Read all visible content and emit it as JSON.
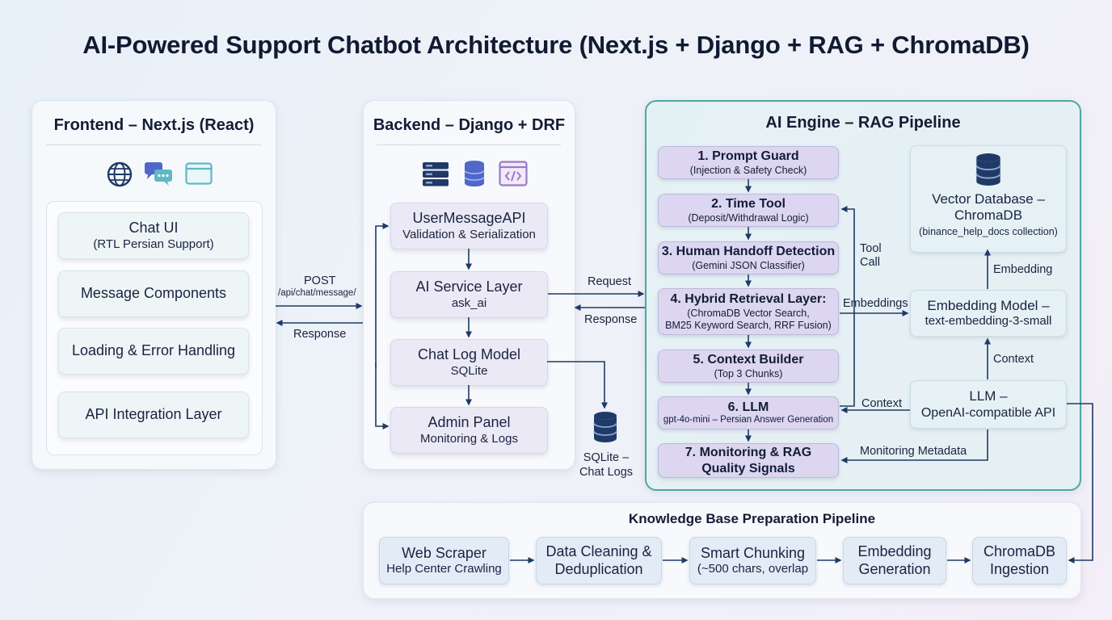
{
  "title": "AI-Powered Support Chatbot Architecture (Next.js + Django + RAG + ChromaDB)",
  "frontend": {
    "title": "Frontend – Next.js (React)",
    "icons": [
      "globe-icon",
      "chat-bubbles-icon",
      "browser-window-icon"
    ],
    "items": [
      {
        "label": "Chat UI",
        "sub": "(RTL Persian Support)"
      },
      {
        "label": "Message Components",
        "sub": ""
      },
      {
        "label": "Loading & Error Handling",
        "sub": ""
      },
      {
        "label": "API Integration Layer",
        "sub": ""
      }
    ]
  },
  "backend": {
    "title": "Backend – Django + DRF",
    "icons": [
      "server-stack-icon",
      "database-icon",
      "code-window-icon"
    ],
    "items": [
      {
        "label": "UserMessageAPI",
        "sub": "Validation & Serialization"
      },
      {
        "label": "AI Service Layer",
        "sub": "ask_ai"
      },
      {
        "label": "Chat Log Model",
        "sub": "SQLite"
      },
      {
        "label": "Admin Panel",
        "sub": "Monitoring & Logs"
      }
    ],
    "sqlite": {
      "line1": "SQLite –",
      "line2": "Chat Logs"
    }
  },
  "connections": {
    "post": "POST",
    "post_path": "/api/chat/message/",
    "response_fe": "Response",
    "request": "Request",
    "response_be": "Response",
    "tool_call_1": "Tool",
    "tool_call_2": "Call",
    "embeddings": "Embeddings",
    "context_llm": "Context",
    "monitoring_metadata": "Monitoring Metadata",
    "embedding": "Embedding",
    "context_up": "Context"
  },
  "ai_engine": {
    "title": "AI Engine – RAG Pipeline",
    "steps": [
      {
        "label": "1. Prompt Guard",
        "sub": "(Injection & Safety Check)"
      },
      {
        "label": "2. Time Tool",
        "sub": "(Deposit/Withdrawal Logic)"
      },
      {
        "label": "3. Human Handoff Detection",
        "sub": "(Gemini JSON Classifier)"
      },
      {
        "label": "4. Hybrid Retrieval Layer:",
        "sub": "(ChromaDB Vector Search,",
        "sub2": "BM25 Keyword Search, RRF Fusion)"
      },
      {
        "label": "5. Context Builder",
        "sub": "(Top 3 Chunks)"
      },
      {
        "label": "6. LLM",
        "sub": "gpt-4o-mini – Persian Answer Generation"
      },
      {
        "label": "7. Monitoring & RAG",
        "sub": "Quality Signals"
      }
    ],
    "vector_db": {
      "line1": "Vector Database –",
      "line2": "ChromaDB",
      "sub": "(binance_help_docs collection)"
    },
    "embedding_model": {
      "line1": "Embedding Model –",
      "line2": "text-embedding-3-small"
    },
    "llm_api": {
      "line1": "LLM –",
      "line2": "OpenAI-compatible API"
    }
  },
  "knowledge_base": {
    "title": "Knowledge Base Preparation Pipeline",
    "steps": [
      {
        "line1": "Web Scraper",
        "line2": "Help Center Crawling"
      },
      {
        "line1": "Data Cleaning &",
        "line2": "Deduplication"
      },
      {
        "line1": "Smart Chunking",
        "line2": "(~500 chars, overlap"
      },
      {
        "line1": "Embedding",
        "line2": "Generation"
      },
      {
        "line1": "ChromaDB",
        "line2": "Ingestion"
      }
    ]
  },
  "colors": {
    "accent_teal": "#4aa8a4",
    "arrow": "#1f3a66",
    "step_fill": "#dcd6f0"
  }
}
